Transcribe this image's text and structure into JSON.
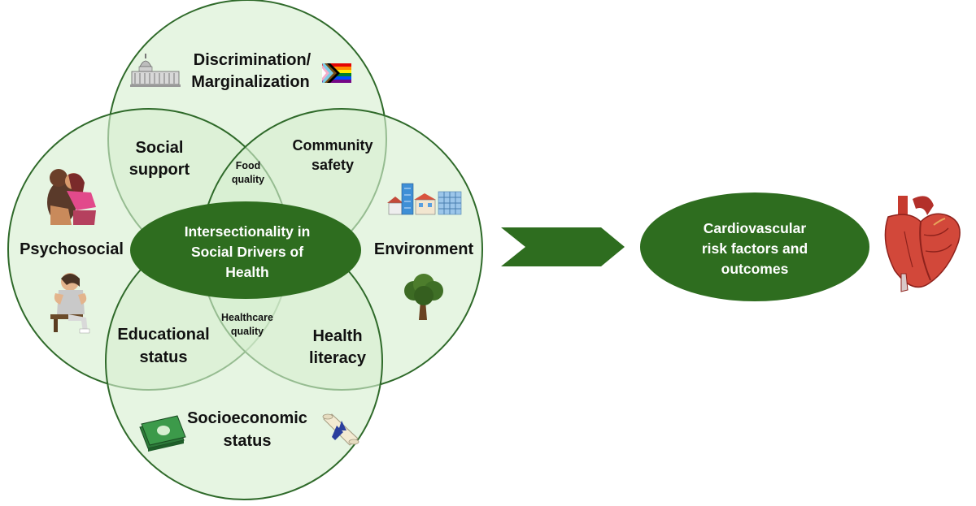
{
  "colors": {
    "circle_fill": "#d6efd0",
    "circle_stroke": "#2f6a2a",
    "dark_green": "#2e6d1f",
    "heart_red": "#c8322b"
  },
  "circles": {
    "top": {
      "line1": "Discrimination/",
      "line2": "Marginalization"
    },
    "left": {
      "label": "Psychosocial"
    },
    "right": {
      "label": "Environment"
    },
    "bottom": {
      "line1": "Socioeconomic",
      "line2": "status"
    }
  },
  "overlaps": {
    "top_left": {
      "line1": "Social",
      "line2": "support"
    },
    "top_right": {
      "line1": "Community",
      "line2": "safety"
    },
    "bottom_left": {
      "line1": "Educational",
      "line2": "status"
    },
    "bottom_right": {
      "line1": "Health",
      "line2": "literacy"
    },
    "top_center": {
      "line1": "Food",
      "line2": "quality"
    },
    "bottom_center": {
      "line1": "Healthcare",
      "line2": "quality"
    }
  },
  "center": {
    "line1": "Intersectionality  in",
    "line2": "Social Drivers of",
    "line3": "Health"
  },
  "outcome": {
    "line1": "Cardiovascular",
    "line2": "risk factors and",
    "line3": "outcomes"
  },
  "icons": {
    "capitol": "capitol-building-icon",
    "pride_flag": "progress-pride-flag-icon",
    "couple": "hugging-couple-icon",
    "distressed": "distressed-person-icon",
    "buildings": "city-buildings-icon",
    "tree": "tree-icon",
    "money": "money-stack-icon",
    "diploma": "diploma-scroll-icon",
    "heart": "anatomical-heart-icon",
    "arrow": "chevron-arrow-icon"
  }
}
